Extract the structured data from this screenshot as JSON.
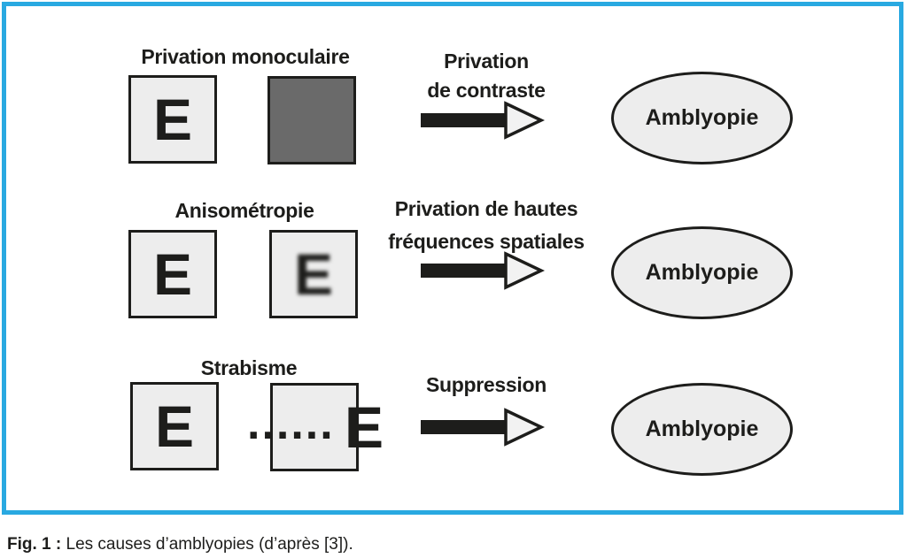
{
  "figure": {
    "caption_label": "Fig. 1 :",
    "caption_text": " Les causes d’amblyopies (d’après [3]).",
    "colors": {
      "accent_border": "#29a9e1",
      "ink": "#1d1d1b",
      "box_fill": "#ededed",
      "occluder_fill": "#6a6a6a",
      "arrowhead_fill": "#f2f2f2",
      "background": "#ffffff"
    }
  },
  "rows": [
    {
      "cause_label": "Privation monoculaire",
      "mechanism_line1": "Privation",
      "mechanism_line2": "de contraste",
      "left_eye_letter": "E",
      "right_eye": "occluded-dark-square",
      "outcome": "Amblyopie"
    },
    {
      "cause_label": "Anisométropie",
      "mechanism_line1": "Privation de hautes",
      "mechanism_line2": "fréquences spatiales",
      "left_eye_letter": "E",
      "right_eye_letter": "E",
      "right_eye_effect": "blurred",
      "outcome": "Amblyopie"
    },
    {
      "cause_label": "Strabisme",
      "mechanism_line1": "Suppression",
      "left_eye_letter": "E",
      "dots": "......",
      "displaced_letter": "E",
      "outcome": "Amblyopie"
    }
  ]
}
